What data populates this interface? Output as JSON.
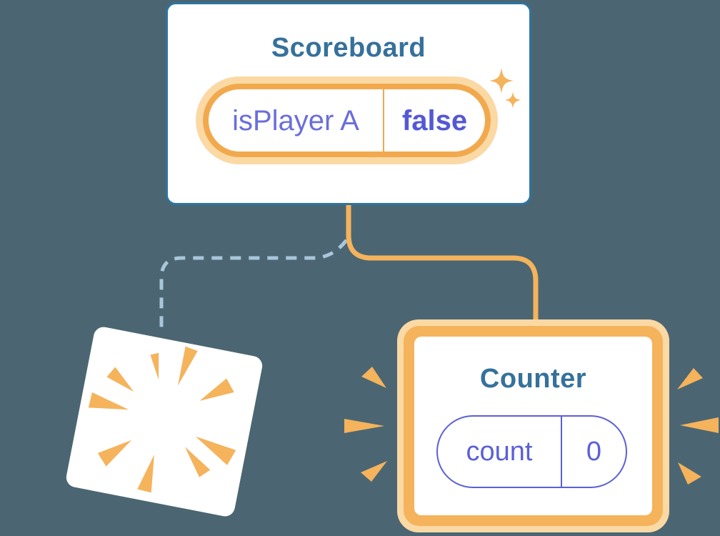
{
  "colors": {
    "bg": "#4b6672",
    "card-border": "#2e74a0",
    "title": "#35719b",
    "orange": "#f5b35c",
    "orange-deep": "#f2a94e",
    "cream": "#fbd9a4",
    "purple": "#6a6edb",
    "purple-bold": "#5558d4",
    "pill-purple": "#5b60d6",
    "dash": "#a9c6da"
  },
  "scoreboard": {
    "title": "Scoreboard",
    "state": {
      "label": "isPlayer A",
      "value": "false"
    }
  },
  "counter": {
    "title": "Counter",
    "state": {
      "label": "count",
      "value": "0"
    }
  },
  "icons": {
    "sparkle": "sparkle-stars-icon",
    "poof": "poof-burst-icon",
    "sparks": "emphasis-sparks-icon"
  }
}
